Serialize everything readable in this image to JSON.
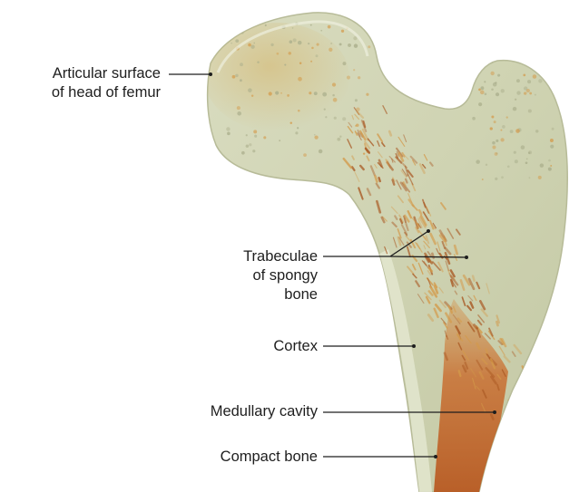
{
  "labels": {
    "articular_surface": [
      "Articular surface",
      "of head of femur"
    ],
    "trabeculae": [
      "Trabeculae",
      "of spongy",
      "bone"
    ],
    "cortex": "Cortex",
    "medullary_cavity": "Medullary cavity",
    "compact_bone": "Compact bone"
  },
  "colors": {
    "bone_base": "#cdd2b0",
    "bone_highlight": "#dfe3c8",
    "bone_shadow": "#a9ad8a",
    "trabecula_dark": "#a8551f",
    "trabecula_light": "#d49a4a",
    "marrow": "#c4632a",
    "leader_line": "#1e1e1e"
  }
}
